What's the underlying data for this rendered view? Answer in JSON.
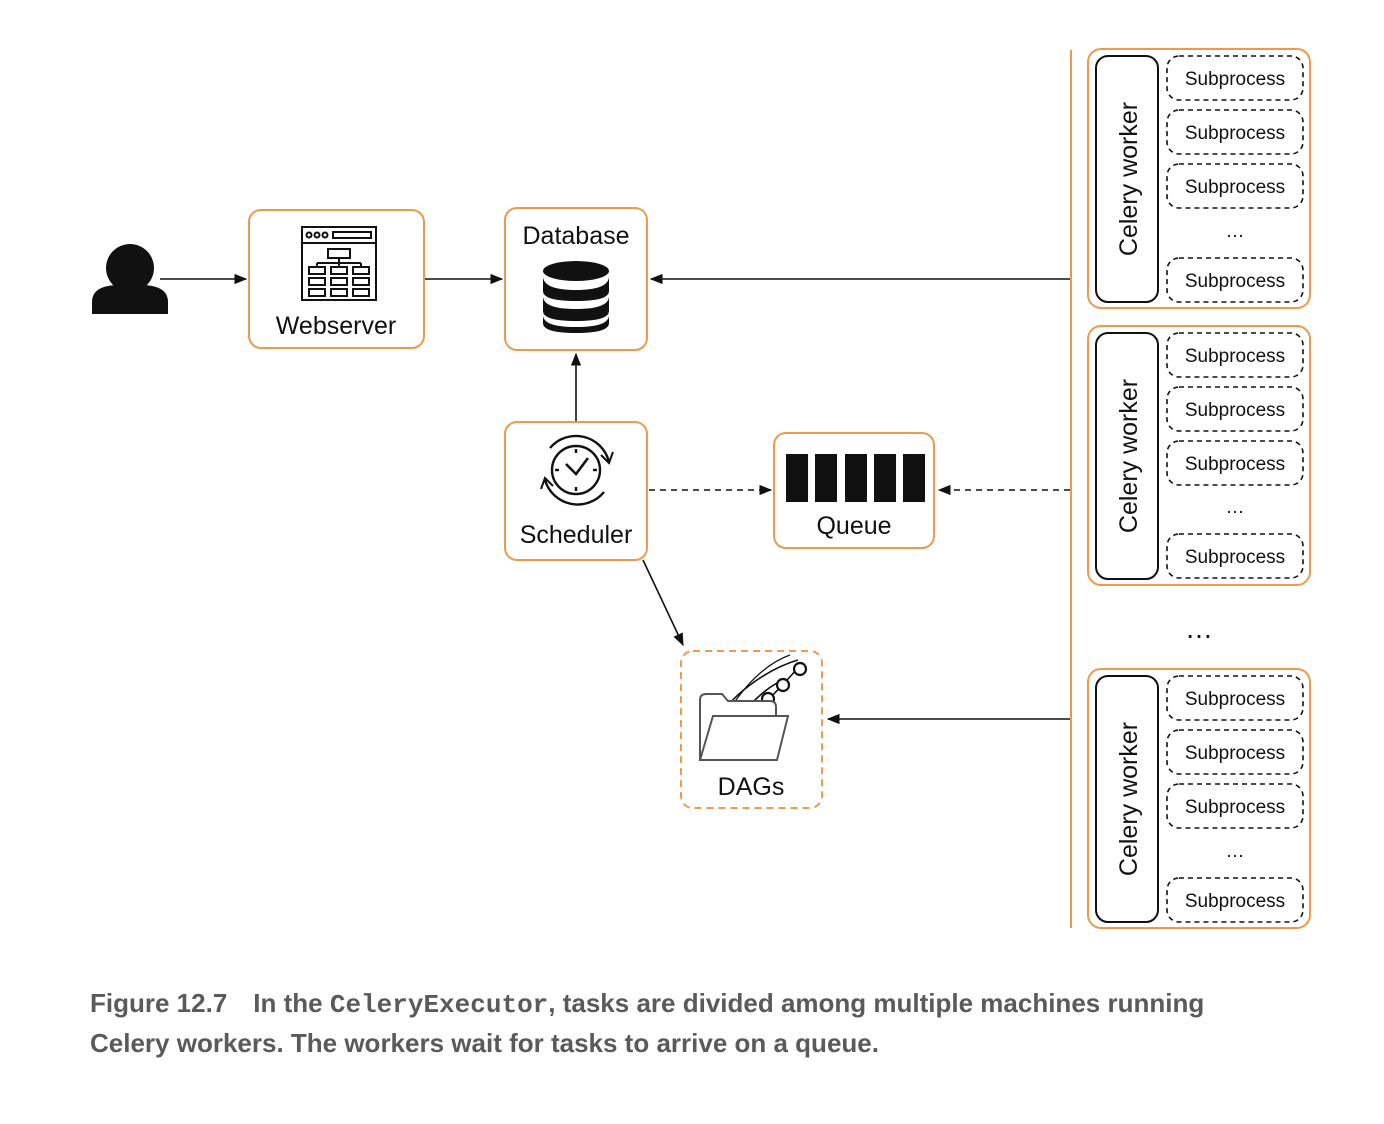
{
  "accent_color": "#ec9a4e",
  "nodes": {
    "user": {
      "icon": "user-icon"
    },
    "webserver": {
      "label": "Webserver",
      "icon": "webpage-sitemap-icon"
    },
    "database": {
      "label": "Database",
      "icon": "database-icon"
    },
    "scheduler": {
      "label": "Scheduler",
      "icon": "clock-refresh-icon"
    },
    "queue": {
      "label": "Queue",
      "icon": "queue-slots-icon"
    },
    "dags": {
      "label": "DAGs",
      "icon": "folder-graph-icon"
    }
  },
  "workers": [
    {
      "label": "Celery worker",
      "subprocesses": [
        "Subprocess",
        "Subprocess",
        "Subprocess",
        "…",
        "Subprocess"
      ]
    },
    {
      "label": "Celery worker",
      "subprocesses": [
        "Subprocess",
        "Subprocess",
        "Subprocess",
        "…",
        "Subprocess"
      ]
    },
    {
      "label": "Celery worker",
      "subprocesses": [
        "Subprocess",
        "Subprocess",
        "Subprocess",
        "…",
        "Subprocess"
      ]
    }
  ],
  "workers_ellipsis": "…",
  "edges": [
    {
      "from": "user",
      "to": "webserver",
      "style": "solid"
    },
    {
      "from": "webserver",
      "to": "database",
      "style": "solid"
    },
    {
      "from": "scheduler",
      "to": "database",
      "style": "solid"
    },
    {
      "from": "scheduler",
      "to": "queue",
      "style": "dashed"
    },
    {
      "from": "scheduler",
      "to": "dags",
      "style": "solid"
    },
    {
      "from": "workers",
      "to": "database",
      "style": "solid"
    },
    {
      "from": "workers",
      "to": "queue",
      "style": "dashed"
    },
    {
      "from": "workers",
      "to": "dags",
      "style": "solid"
    }
  ],
  "caption": {
    "figure": "Figure 12.7",
    "before": "In the ",
    "code": "CeleryExecutor",
    "after": ", tasks are divided among multiple machines running Celery workers. The workers wait for tasks to arrive on a queue."
  }
}
